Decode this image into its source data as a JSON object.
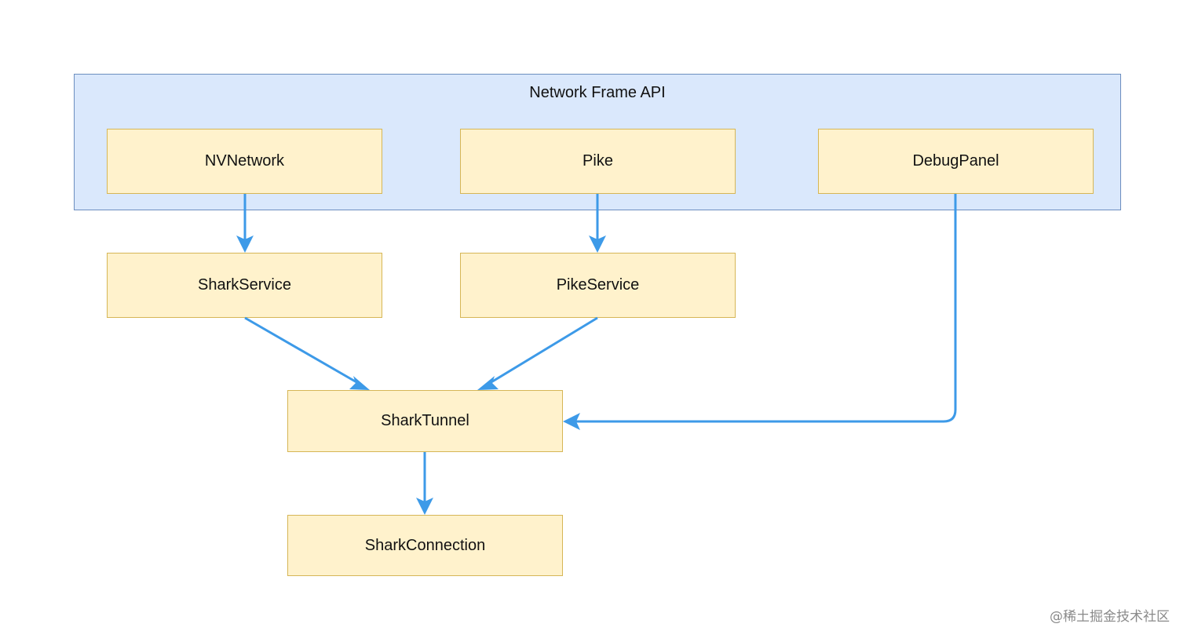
{
  "diagram": {
    "container": {
      "label": "Network Frame API"
    },
    "nodes": {
      "nvnetwork": "NVNetwork",
      "pike": "Pike",
      "debugpanel": "DebugPanel",
      "sharkservice": "SharkService",
      "pikeservice": "PikeService",
      "sharktunnel": "SharkTunnel",
      "sharkconnection": "SharkConnection"
    },
    "edges": [
      {
        "from": "NVNetwork",
        "to": "SharkService"
      },
      {
        "from": "Pike",
        "to": "PikeService"
      },
      {
        "from": "SharkService",
        "to": "SharkTunnel"
      },
      {
        "from": "PikeService",
        "to": "SharkTunnel"
      },
      {
        "from": "DebugPanel",
        "to": "SharkTunnel"
      },
      {
        "from": "SharkTunnel",
        "to": "SharkConnection"
      }
    ],
    "colors": {
      "container_fill": "#dae8fc",
      "container_stroke": "#6c8ebf",
      "node_fill": "#fff2cc",
      "node_stroke": "#d6b656",
      "edge": "#3d9ae8"
    }
  },
  "watermark": "@稀土掘金技术社区"
}
